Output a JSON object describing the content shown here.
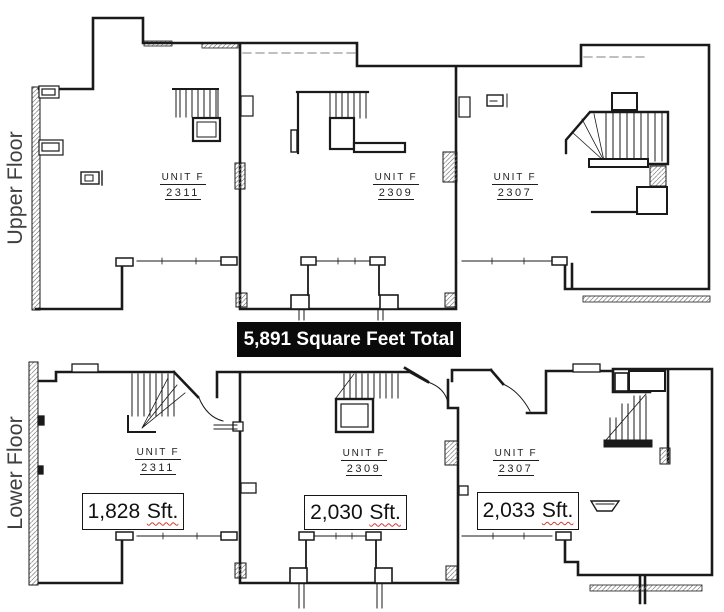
{
  "title_banner": {
    "text": "5,891 Square Feet Total"
  },
  "upper_floor": {
    "label": "Upper Floor",
    "units": [
      {
        "name": "UNIT F",
        "number": "2311"
      },
      {
        "name": "UNIT F",
        "number": "2309"
      },
      {
        "name": "UNIT F",
        "number": "2307"
      }
    ]
  },
  "lower_floor": {
    "label": "Lower Floor",
    "units": [
      {
        "name": "UNIT F",
        "number": "2311",
        "area_value": "1,828",
        "area_unit": "Sft."
      },
      {
        "name": "UNIT F",
        "number": "2309",
        "area_value": "2,030",
        "area_unit": "Sft."
      },
      {
        "name": "UNIT F",
        "number": "2307",
        "area_value": "2,033",
        "area_unit": "Sft."
      }
    ]
  },
  "colors": {
    "wall_ink": "#1a1a1a",
    "banner_bg": "#0a0a0a",
    "banner_text": "#ffffff",
    "spellcheck_squiggle": "#d23b2f"
  }
}
